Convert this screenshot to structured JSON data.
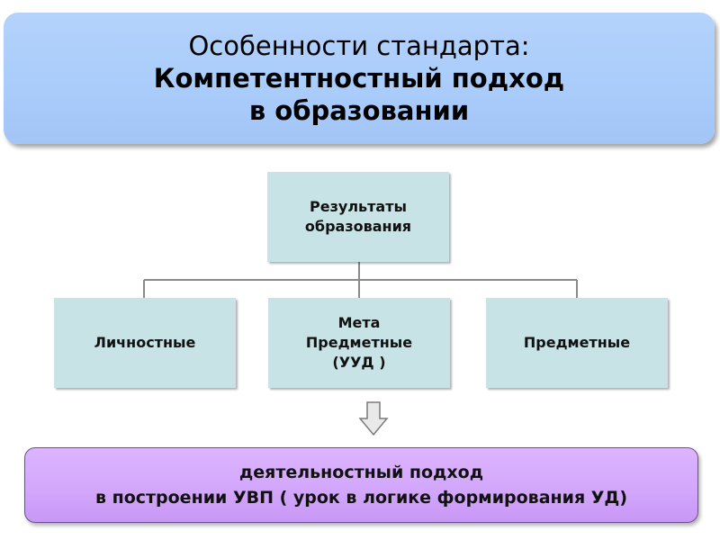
{
  "title": {
    "line1": "Особенности стандарта:",
    "line2": "Компетентностный  подход",
    "line3": "в образовании"
  },
  "hierarchy": {
    "root": "Результаты\nобразования",
    "children": [
      "Личностные",
      "Мета\nПредметные\n(УУД )",
      "Предметные"
    ]
  },
  "conclusion": {
    "line1": "деятельностный подход",
    "line2": "в построении УВП ( урок в логике формирования УД)"
  },
  "colors": {
    "title_bg": "#a9ccfb",
    "node_bg": "#c8e3e6",
    "conclusion_bg": "#d2a6fb"
  }
}
